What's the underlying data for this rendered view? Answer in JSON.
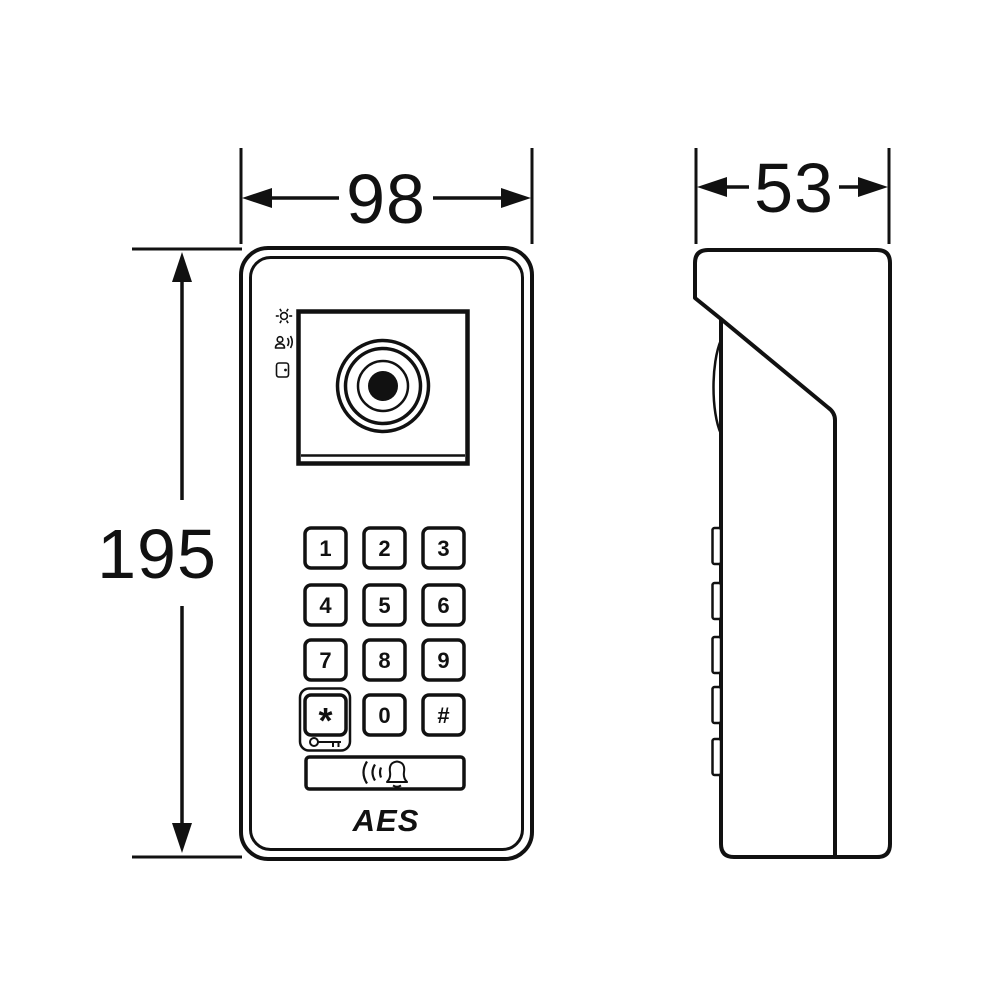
{
  "colors": {
    "line": "#111111",
    "bg": "#ffffff"
  },
  "drawing": {
    "type": "technical-dimension-drawing",
    "views": [
      "front",
      "side"
    ]
  },
  "dimensions": {
    "front_width": "98",
    "front_height": "195",
    "side_depth": "53"
  },
  "front_view": {
    "brand": "AES",
    "status_icons": [
      {
        "icon": "light-indicator-icon"
      },
      {
        "icon": "speak-indicator-icon"
      },
      {
        "icon": "door-release-indicator-icon"
      }
    ],
    "keypad_keys": [
      "1",
      "2",
      "3",
      "4",
      "5",
      "6",
      "7",
      "8",
      "9",
      "*",
      "0",
      "#"
    ],
    "star_key_badge_icon": "key-icon",
    "call_button_icon": "sound-waves-bell-icon"
  },
  "side_view": {
    "mounting_clips": 5
  }
}
